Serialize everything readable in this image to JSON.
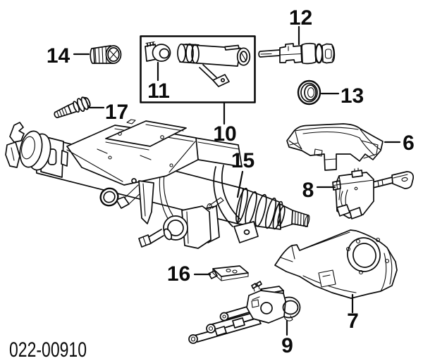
{
  "diagram": {
    "background_color": "#ffffff",
    "line_color": "#0b0b0b",
    "drawing_code": "022-00910",
    "callouts": [
      {
        "label": "14"
      },
      {
        "label": "11"
      },
      {
        "label": "10"
      },
      {
        "label": "12"
      },
      {
        "label": "13"
      },
      {
        "label": "17"
      },
      {
        "label": "15"
      },
      {
        "label": "6"
      },
      {
        "label": "8"
      },
      {
        "label": "16"
      },
      {
        "label": "7"
      },
      {
        "label": "9"
      }
    ]
  }
}
